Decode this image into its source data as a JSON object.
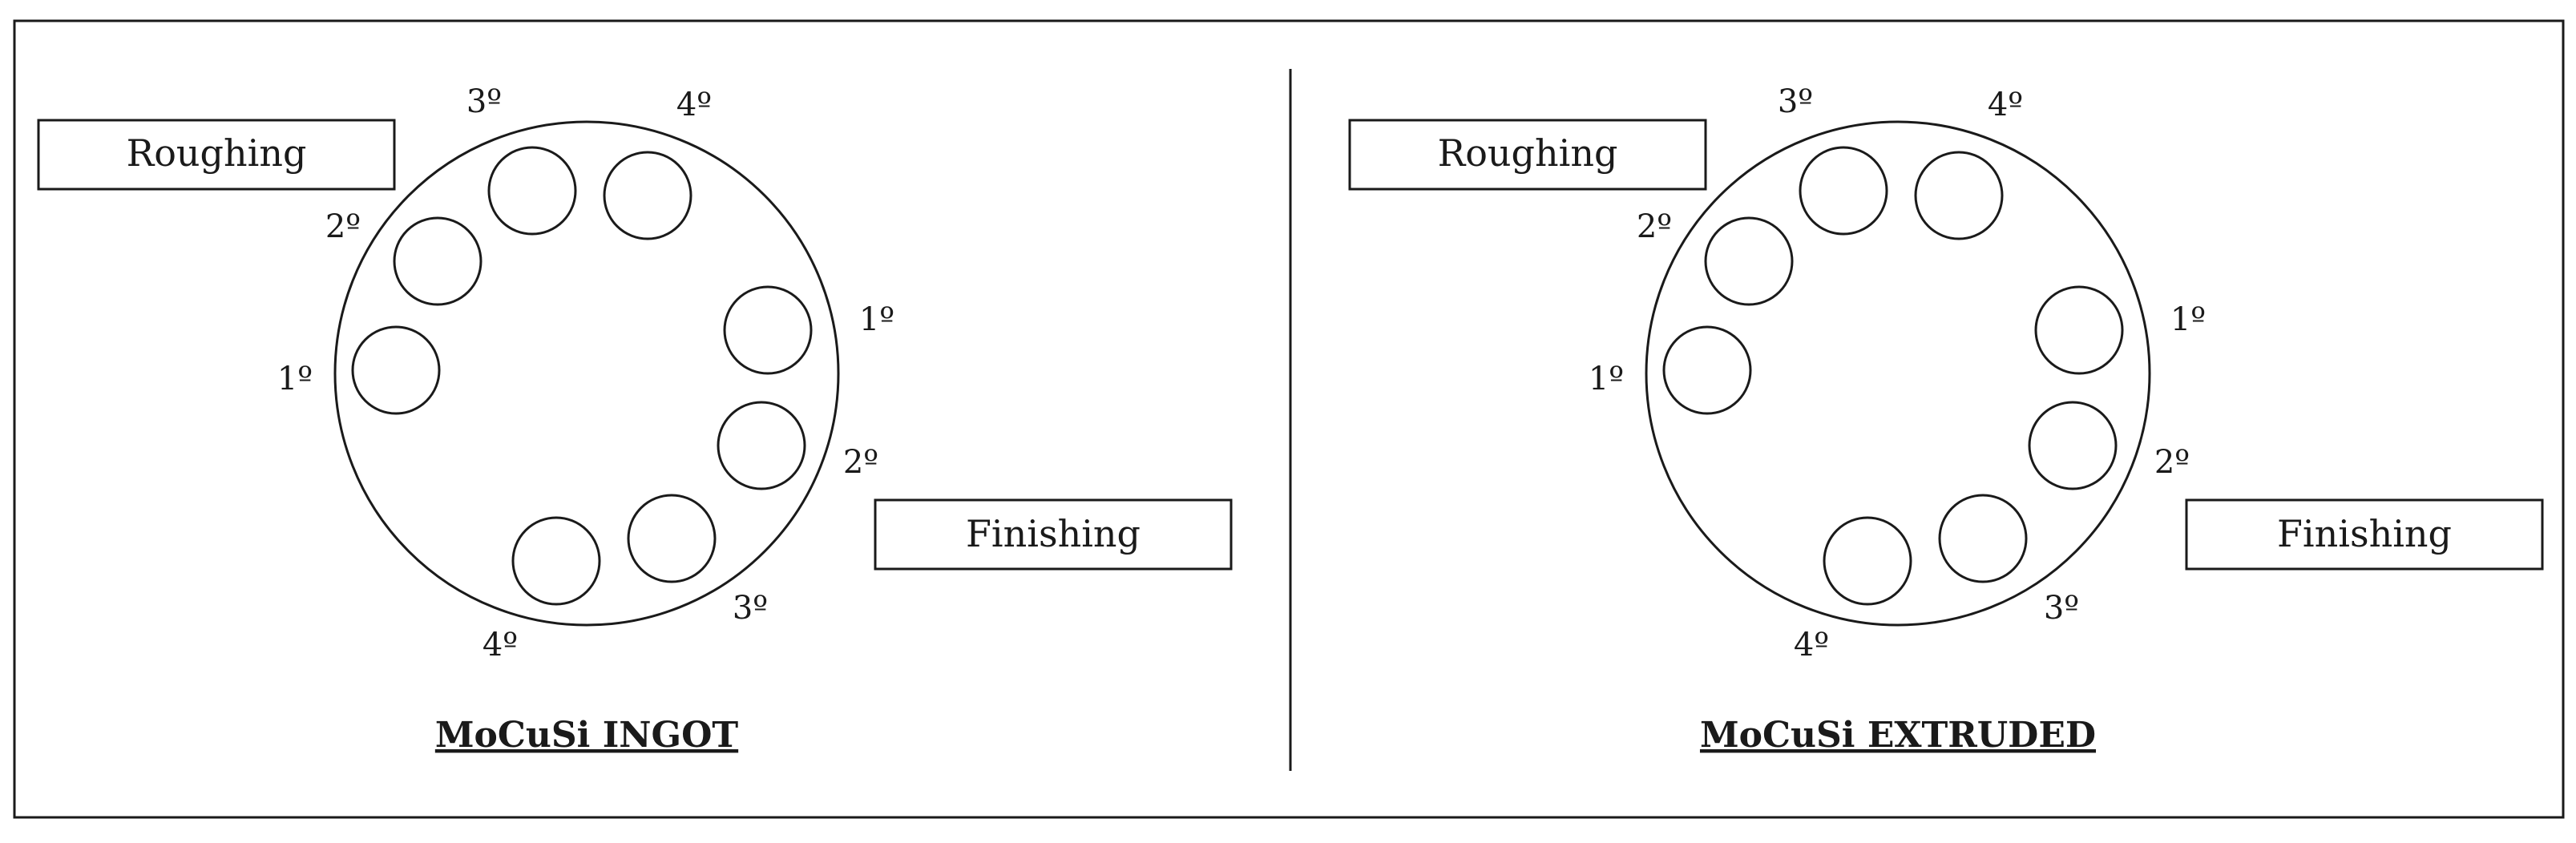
{
  "panels": [
    {
      "id": "ingot",
      "caption": "MoCuSi INGOT",
      "roughing_label": "Roughing",
      "finishing_label": "Finishing",
      "roughing_positions": [
        "1º",
        "2º",
        "3º",
        "4º"
      ],
      "finishing_positions": [
        "1º",
        "2º",
        "3º",
        "4º"
      ]
    },
    {
      "id": "extruded",
      "caption": "MoCuSi EXTRUDED",
      "roughing_label": "Roughing",
      "finishing_label": "Finishing",
      "roughing_positions": [
        "1º",
        "2º",
        "3º",
        "4º"
      ],
      "finishing_positions": [
        "1º",
        "2º",
        "3º",
        "4º"
      ]
    }
  ]
}
